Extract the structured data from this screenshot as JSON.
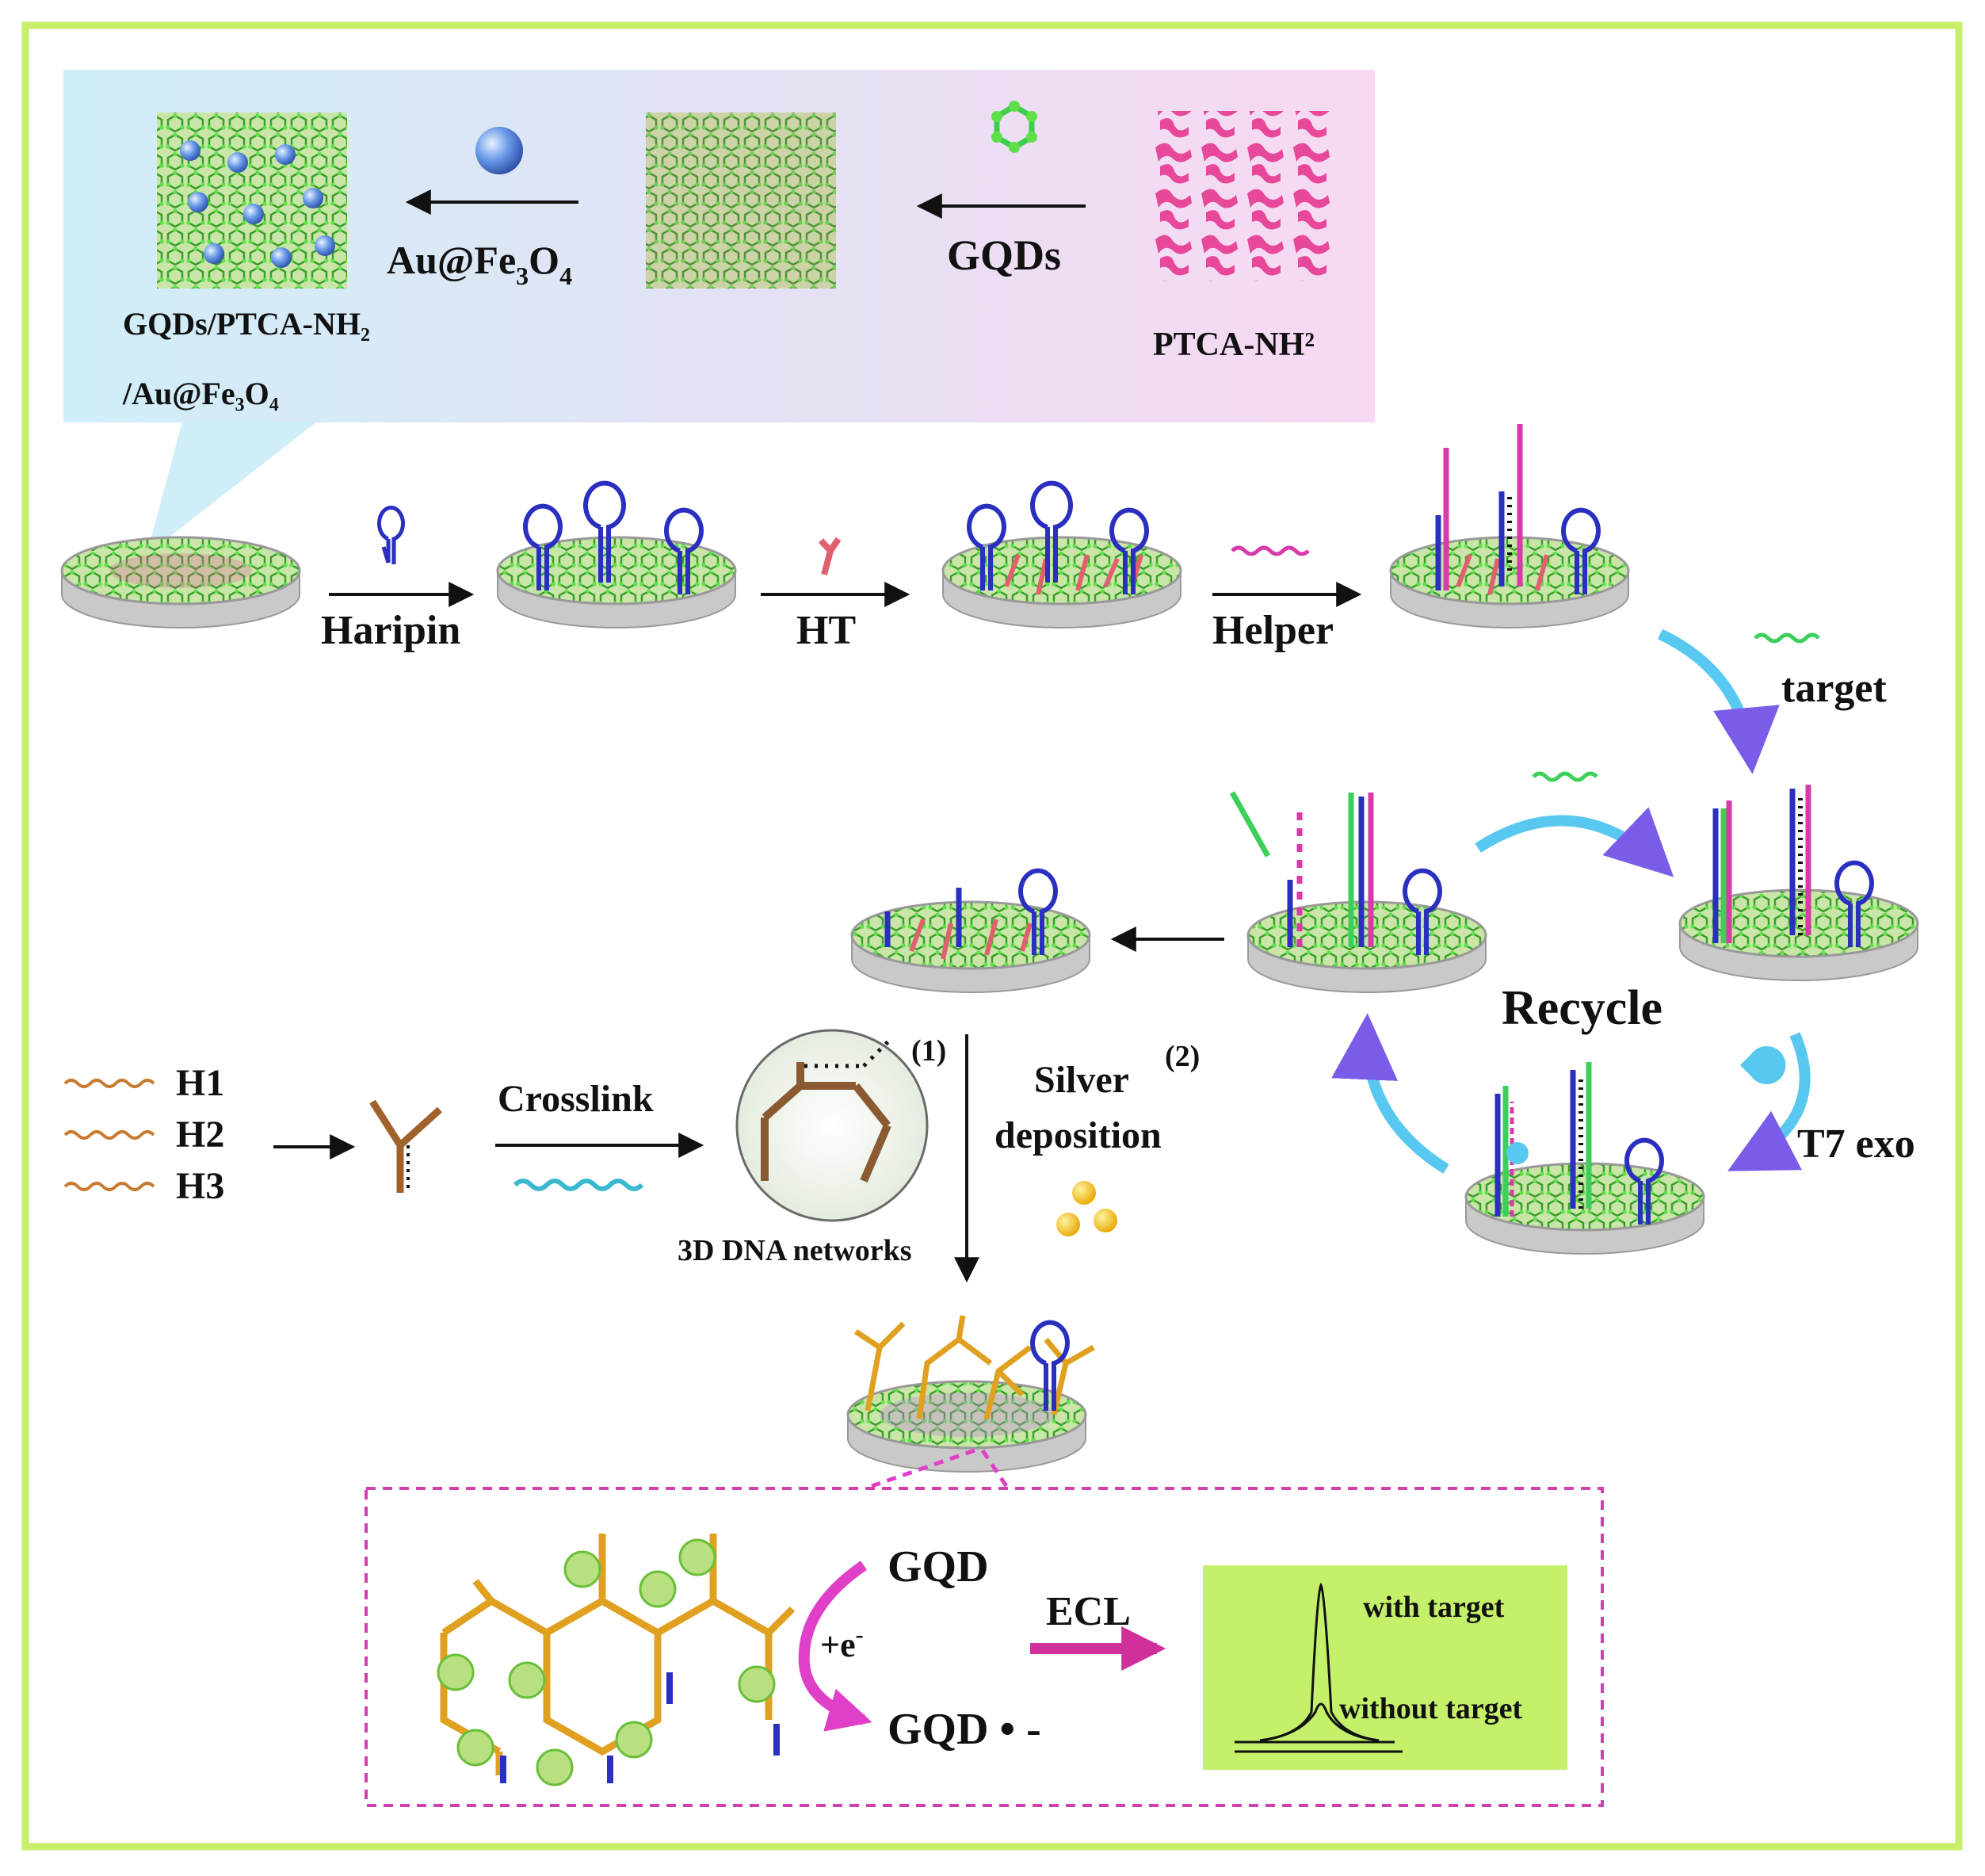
{
  "colors": {
    "frame": "#c6ef6a",
    "top_panel_start": "#cfeef8",
    "top_panel_end": "#f8d8f2",
    "ptca": "#e8489a",
    "gqd": "#5fd94a",
    "electrode_top": "#d9ecb0",
    "electrode_side": "#c9c9c9",
    "hairpin": "#2a2fc0",
    "ht": "#e06070",
    "helper": "#d83aa8",
    "target": "#3ccf5a",
    "cycle_arrow": "#58c8f0",
    "cycle_arrowhead": "#7a5ce8",
    "dna_network": "#e0a020",
    "ecl_arrow": "#d0309a",
    "ecl_panel": "#c4f06a",
    "dashed_box": "#d040b0",
    "silver": "#f0c020",
    "h_strand": "#c87a30"
  },
  "synthesis": {
    "ptca_label": "PTCA-NH²",
    "gqds_arrow_label": "GQDs",
    "au_arrow_label_main": "Au@Fe",
    "au_arrow_label_sub1": "3",
    "au_arrow_label_o": "O",
    "au_arrow_label_sub2": "4",
    "composite_label_line1": "GQDs/PTCA-NH₂",
    "composite_label_line2": "/Au@Fe₃O₄"
  },
  "assembly": {
    "step1_label": "Haripin",
    "step2_label": "HT",
    "step3_label": "Helper",
    "target_label": "target"
  },
  "cycle": {
    "recycle_label": "Recycle",
    "enzyme_label": "T7 exo"
  },
  "network": {
    "strand1_label": "H1",
    "strand2_label": "H2",
    "strand3_label": "H3",
    "crosslink_label": "Crosslink",
    "networks_label": "3D DNA networks",
    "step1_marker": "(1)",
    "step2_marker": "(2)",
    "silver_label_line1": "Silver",
    "silver_label_line2": "deposition"
  },
  "detection": {
    "gqd_label": "GQD",
    "electron_label": "+e",
    "electron_sup": "-",
    "gqd_radical_label": "GQD • -",
    "ecl_label": "ECL",
    "with_target_label": "with target",
    "without_target_label": "without  target"
  }
}
